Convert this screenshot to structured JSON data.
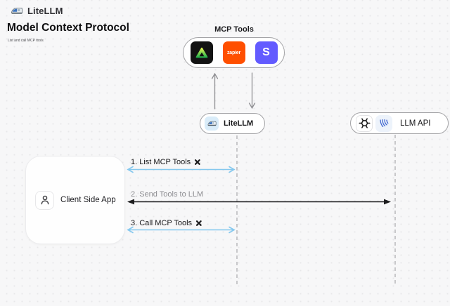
{
  "header": {
    "logo_label": "LiteLLM",
    "title": "Model Context Protocol",
    "subtitle": "List and call MCP tools"
  },
  "mcp": {
    "label": "MCP Tools",
    "icons": [
      {
        "name": "triangle-logo"
      },
      {
        "name": "zapier",
        "text": "zapier"
      },
      {
        "name": "stripe",
        "text": "S"
      }
    ]
  },
  "nodes": {
    "litellm": {
      "label": "LiteLLM"
    },
    "llm_api": {
      "label": "LLM API"
    },
    "client": {
      "label": "Client Side App"
    }
  },
  "flows": [
    {
      "label": "1. List MCP Tools",
      "has_tools_icon": true,
      "direction": "both",
      "from": "Client Side App",
      "to": "LiteLLM"
    },
    {
      "label": "2. Send Tools to LLM",
      "has_tools_icon": false,
      "direction": "both",
      "from": "Client Side App",
      "to": "LLM API"
    },
    {
      "label": "3. Call MCP Tools",
      "has_tools_icon": true,
      "direction": "both",
      "from": "Client Side App",
      "to": "LiteLLM"
    }
  ],
  "colors": {
    "background": "#f7f7f8",
    "flow_blue": "#85c8ee",
    "flow_black": "#1c1c1e",
    "lifeline_gray": "#b3b3b6",
    "vertical_arrow_gray": "#8f8f93",
    "zapier_orange": "#FF4F00",
    "stripe_purple": "#635BFF",
    "tile_black": "#131313",
    "triangle_green": "#2fb34a"
  }
}
